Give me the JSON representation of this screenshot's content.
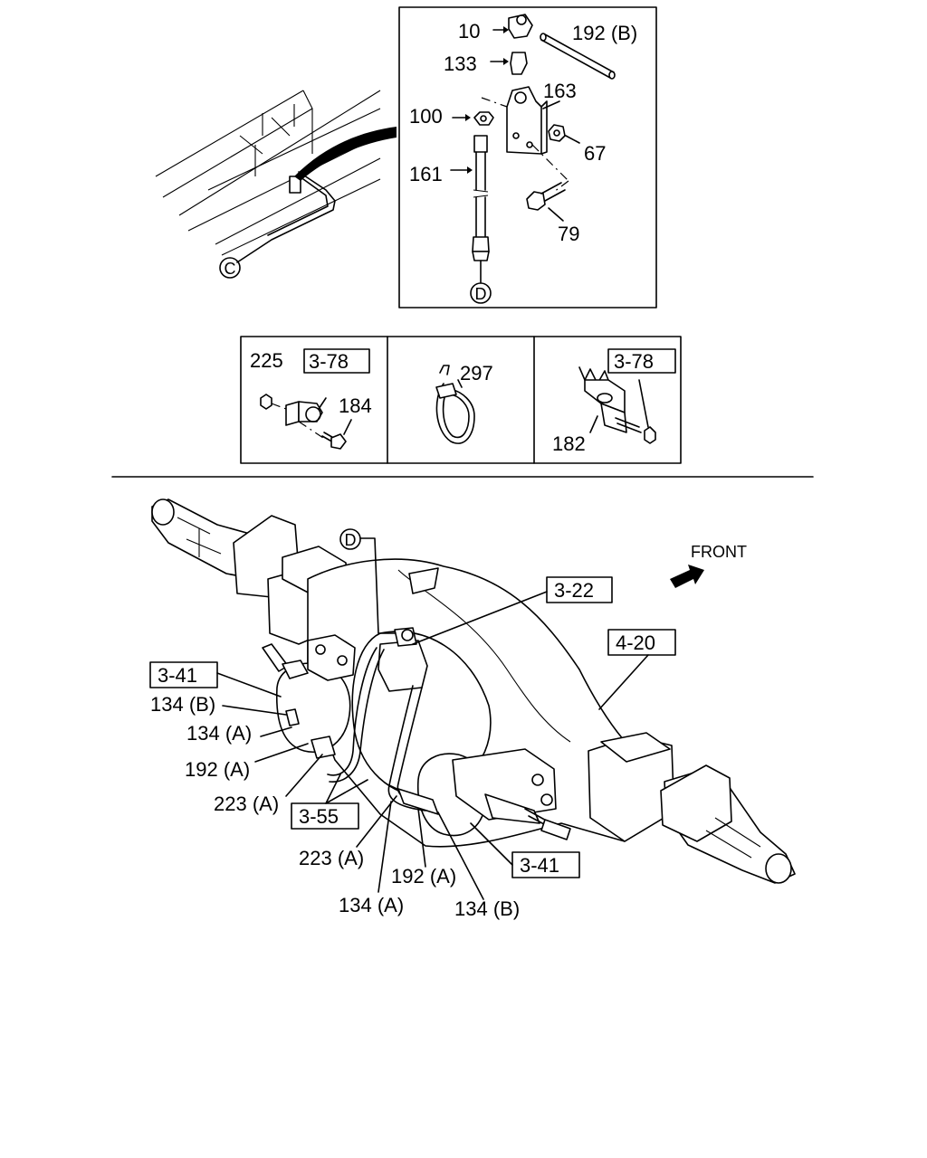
{
  "labels": {
    "detail": {
      "p10": "10",
      "p192b": "192 (B)",
      "p133": "133",
      "p163": "163",
      "p100": "100",
      "p67": "67",
      "p161": "161",
      "p79": "79",
      "circle_c": "C",
      "circle_d": "D"
    },
    "small_parts": {
      "p225": "225",
      "ref_378_left": "3-78",
      "p184": "184",
      "p297": "297",
      "ref_378_right": "3-78",
      "p182": "182"
    },
    "main": {
      "circle_d": "D",
      "front": "FRONT",
      "ref_322": "3-22",
      "ref_420": "4-20",
      "ref_341_left": "3-41",
      "p134b_left": "134 (B)",
      "p134a_left": "134 (A)",
      "p192a_left": "192 (A)",
      "p223a_left": "223 (A)",
      "ref_355": "3-55",
      "p223a_bottom": "223 (A)",
      "p192a_bottom": "192 (A)",
      "ref_341_right": "3-41",
      "p134a_bottom": "134 (A)",
      "p134b_bottom": "134 (B)"
    }
  },
  "colors": {
    "line": "#000000",
    "background": "#ffffff"
  }
}
